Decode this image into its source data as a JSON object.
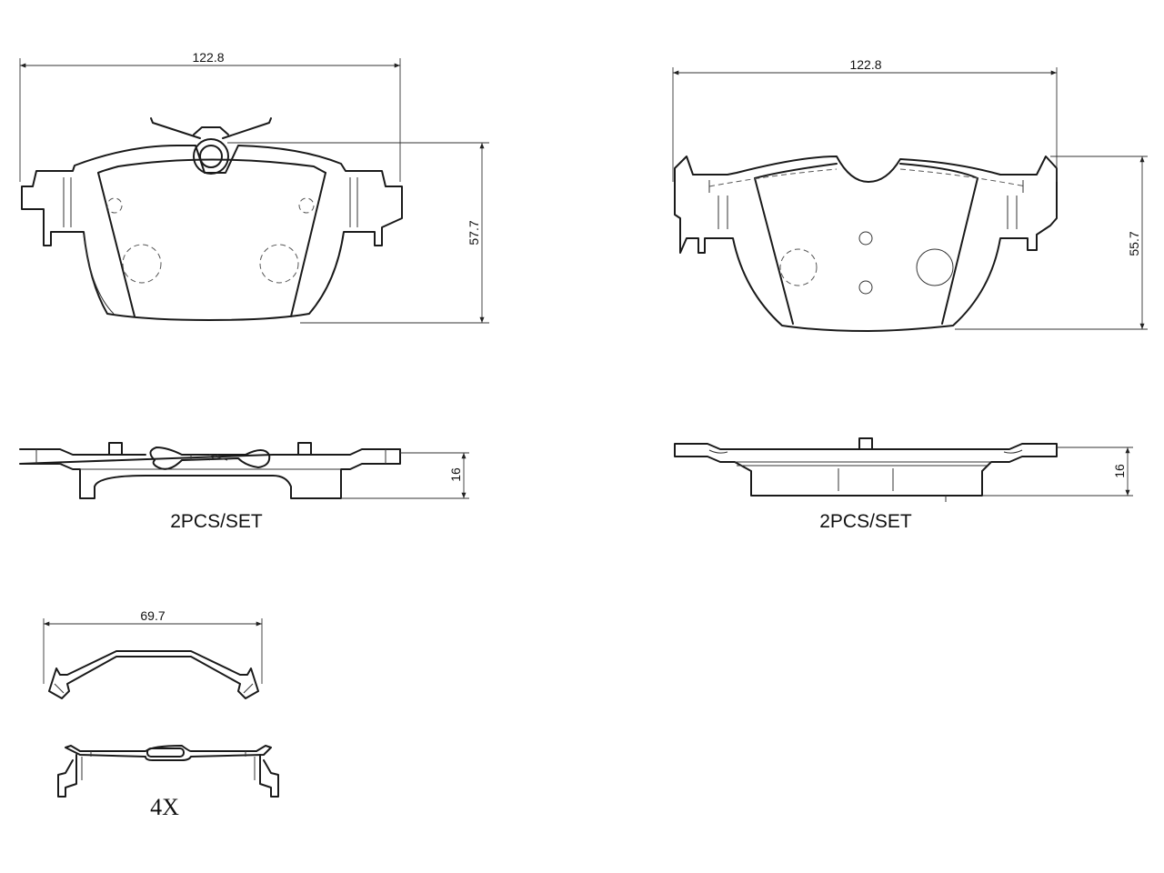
{
  "dimensions": {
    "pad_left_width": "122.8",
    "pad_left_height": "57.7",
    "pad_right_width": "122.8",
    "pad_right_height": "55.7",
    "pad_left_thickness": "16",
    "pad_right_thickness": "16",
    "clip_width": "69.7"
  },
  "labels": {
    "set_left": "2PCS/SET",
    "set_right": "2PCS/SET",
    "clip_quantity": "4X"
  }
}
